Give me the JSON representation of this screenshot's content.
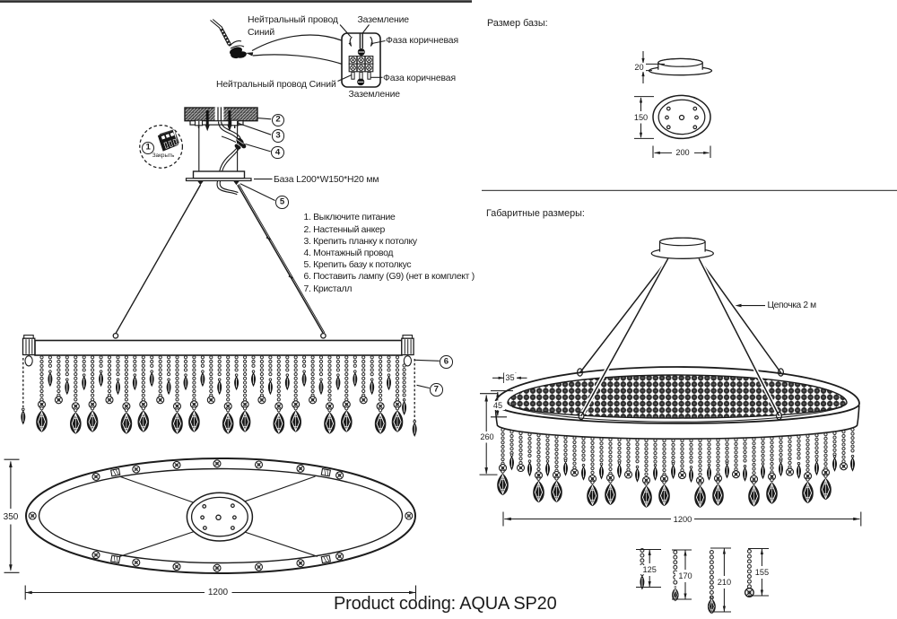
{
  "doc": {
    "product_coding": "Product coding: AQUA SP20",
    "ink": "#1c1c1c",
    "bg": "#ffffff"
  },
  "wiring": {
    "neutral_top_line1": "Нейтральный провод",
    "neutral_top_line2": "Синий",
    "ground_top": "Заземление",
    "phase_right_top": "Фаза коричневая",
    "phase_right_bottom": "Фаза коричневая",
    "neutral_bottom": "Нейтральный провод Синий",
    "ground_bottom": "Заземление"
  },
  "mount": {
    "base_label": "База L200*W150*H20 мм",
    "breaker_caption": "Закрыть",
    "callout_1": "1",
    "callout_2": "2",
    "callout_3": "3",
    "callout_4": "4",
    "callout_5": "5"
  },
  "steps": [
    "1. Выключите питание",
    "2. Настенный анкер",
    "3. Крепить планку к потолку",
    "4. Монтажный провод",
    "5. Крепить базу к потолкус",
    "6. Поставить лампу (G9) (нет в комплект )",
    "7. Кристалл"
  ],
  "side_view": {
    "callout_6": "6",
    "callout_7": "7"
  },
  "top_view": {
    "dim_height": "350",
    "dim_width": "1200"
  },
  "base_size": {
    "heading": "Размер базы:",
    "dim_thickness": "20",
    "dim_depth": "150",
    "dim_width": "200"
  },
  "overall": {
    "heading": "Габаритные размеры:",
    "chain_label": "Цепочка 2 м",
    "dim_rim": "35",
    "dim_band": "45",
    "dim_drop": "260",
    "dim_width": "1200",
    "strand_dims": [
      "125",
      "170",
      "210",
      "155"
    ]
  }
}
